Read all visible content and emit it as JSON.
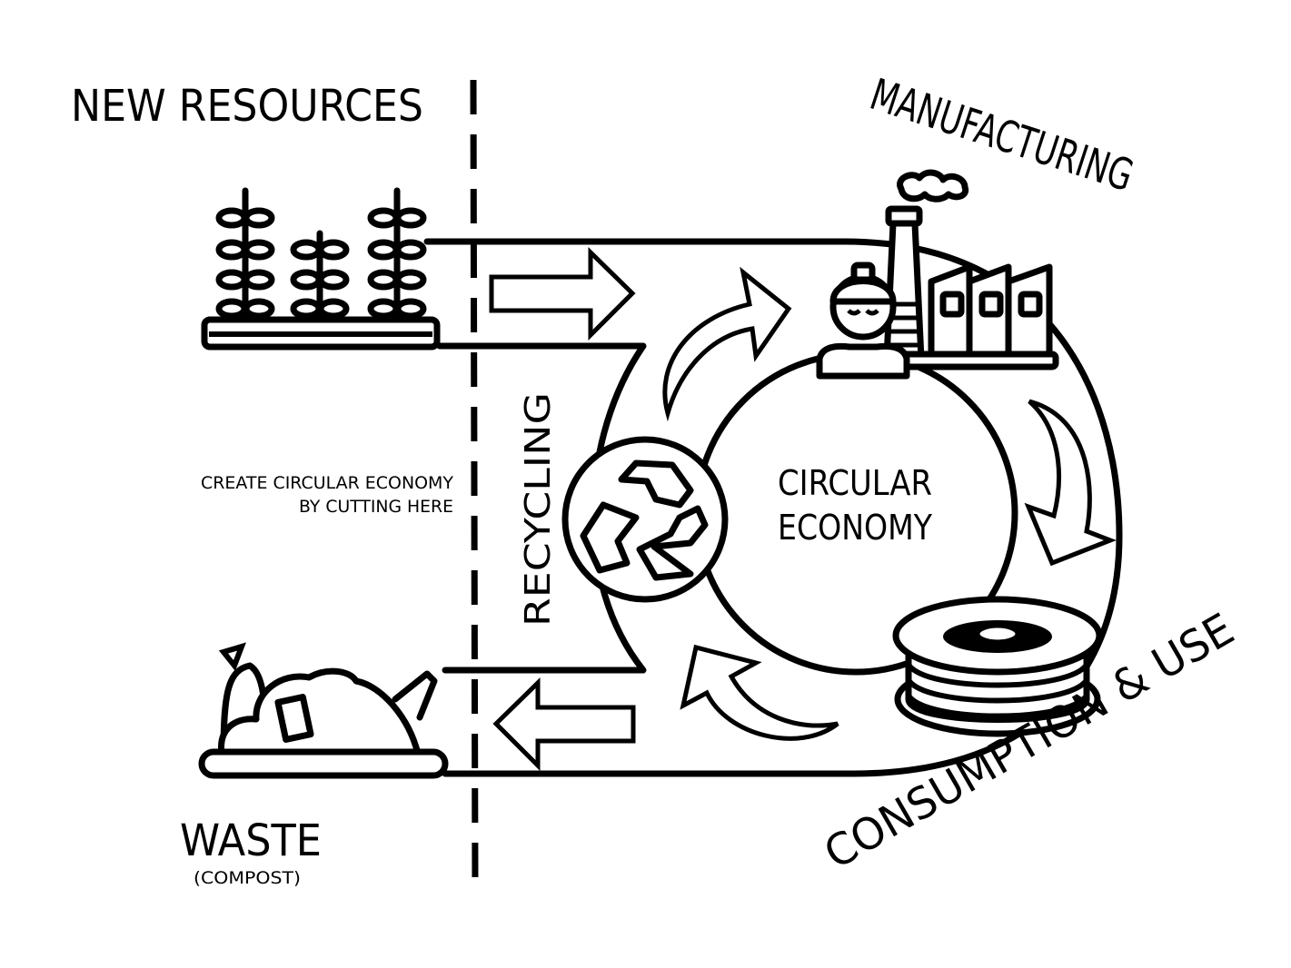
{
  "diagram": {
    "title": "Circular Economy",
    "colors": {
      "ink": "#000000",
      "paper": "#ffffff"
    },
    "labels": {
      "new_resources": "NEW RESOURCES",
      "manufacturing": "MANUFACTURING",
      "consumption_use": "CONSUMPTION & USE",
      "waste": "WASTE",
      "waste_sub": "(COMPOST)",
      "recycling": "RECYCLING",
      "center_line1": "CIRCULAR",
      "center_line2": "ECONOMY",
      "cut_note_line1": "CREATE CIRCULAR ECONOMY",
      "cut_note_line2": "BY CUTTING HERE"
    },
    "icons": [
      "plants-icon",
      "factory-icon",
      "worker-icon",
      "filament-spool-icon",
      "waste-pile-icon",
      "recycle-icon"
    ],
    "flows": [
      {
        "from": "NEW RESOURCES",
        "to": "circular loop",
        "arrow": "right-arrow"
      },
      {
        "from": "RECYCLING",
        "to": "MANUFACTURING",
        "arrow": "curved-arrow"
      },
      {
        "from": "MANUFACTURING",
        "to": "CONSUMPTION & USE",
        "arrow": "curved-arrow"
      },
      {
        "from": "CONSUMPTION & USE",
        "to": "RECYCLING",
        "arrow": "curved-arrow"
      },
      {
        "from": "circular loop",
        "to": "WASTE",
        "arrow": "left-arrow"
      }
    ]
  }
}
